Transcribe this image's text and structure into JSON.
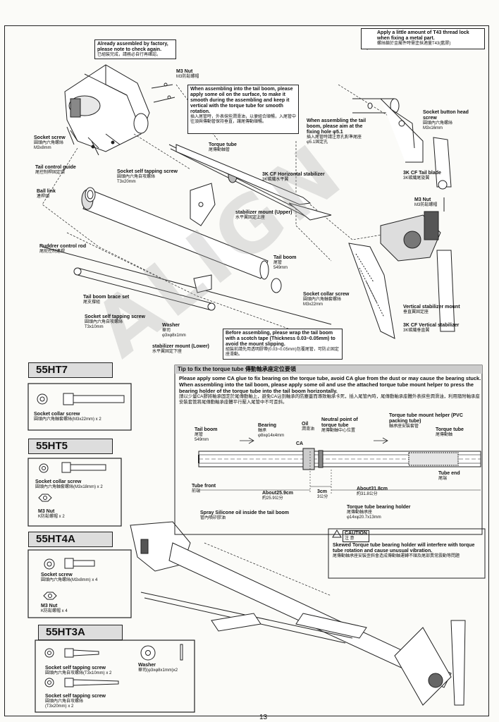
{
  "notes": {
    "assembled": {
      "en": "Already assembled by factory, please note to check again.",
      "cn": "已組裝完成，請務必自行再確認。"
    },
    "t43": {
      "en": "Apply a little amount of T43 thread lock when fixing a metal part.",
      "cn": "螺絲鎖於金屬件時需塗抹適量T43(藍膠)"
    },
    "torque_tube": {
      "en": "When assembling into the tail boom, please apply some oil on the surface, to make it smooth during the assembling and keep it vertical with the torque tube for smooth rotation.",
      "cn": "插入尾管時，外表抹些潤滑油，以便組合順暢，入尾管中往須與傳動管保持垂直，讓尾傳動順暢。"
    },
    "fixing_hole": {
      "en": "When assembling the tail boom, please aim at the fixing hole φ5.1",
      "cn": "插入尾管時請注意孔對準尾座φ5.1固定孔"
    },
    "scotch_tape": {
      "en": "Before assembling, please wrap the tail boom with a scotch tape (Thickness 0.03~0.05mm) to avoid the mount slipping.",
      "cn": "組裝前請先用透明膠帶(0.03~0.05mm)包覆尾管，可防止固定座滑動。"
    },
    "caution_label": "CAUTION",
    "caution_cn": "注 意",
    "caution": {
      "en": "Skewed Torque tube bearing holder will interfere with torque tube rotation and cause unusual vibration.",
      "cn": "尾傳動軸承座安裝歪斜會造成傳動軸運轉不順及尾部異常震動等問題"
    }
  },
  "labels": {
    "m3nut_top": {
      "en": "M3 Nut",
      "cn": "M3防鬆螺帽"
    },
    "socket_screw": {
      "en": "Socket screw",
      "cn": "圓頭內六角螺絲",
      "size": "M3x8mm"
    },
    "tail_control_guide": {
      "en": "Tail control guide",
      "cn": "尾控制桿固定環"
    },
    "ball_link": {
      "en": "Ball link",
      "cn": "連桿頭"
    },
    "self_tap_top": {
      "en": "Socket self tapping screw",
      "cn": "圓頭內六角自攻螺絲",
      "size": "T3x20mm"
    },
    "torque_tube": {
      "en": "Torque tube",
      "cn": "尾傳動軸管"
    },
    "h_stab": {
      "en": "3K CF Horizontal stabilizer",
      "cn": "3K碳纖水平翼"
    },
    "stab_upper": {
      "en": "stabilizer mount (Upper)",
      "cn": "水平翼固定上座"
    },
    "rudder_rod": {
      "en": "Ruddrer control rod",
      "cn": "尾舵控制連桿"
    },
    "tail_boom": {
      "en": "Tail boom",
      "cn": "尾管",
      "size": "549mm"
    },
    "brace_set": {
      "en": "Tail boom brace set",
      "cn": "尾支撐組"
    },
    "self_tap_low": {
      "en": "Socket self tapping screw",
      "cn": "圓頭內六角自攻螺絲",
      "size": "T3x10mm"
    },
    "washer": {
      "en": "Washer",
      "cn": "華司",
      "size": "φ3xφ8x1mm"
    },
    "stab_lower": {
      "en": "stabilizer mount (Lower)",
      "cn": "水平翼固定下座"
    },
    "collar_screw": {
      "en": "Socket collar screw",
      "cn": "圓頭內六角軸套螺絲",
      "size": "M3x22mm"
    },
    "socket_button": {
      "en": "Socket button head screw",
      "cn": "圓頭內六角螺絲",
      "size": "M3x16mm"
    },
    "tail_blade": {
      "en": "3K CF Tail blade",
      "cn": "3K碳纖尾旋翼"
    },
    "m3nut_right": {
      "en": "M3 Nut",
      "cn": "M3防鬆螺帽"
    },
    "v_mount": {
      "en": "Vertical stabilizer mount",
      "cn": "垂直翼固定座"
    },
    "v_stab": {
      "en": "3K CF Vertical stabilizer",
      "cn": "3K碳纖垂直翼"
    }
  },
  "kits": [
    {
      "code": "55HT7",
      "items": [
        {
          "en": "Socket collar screw",
          "cn": "圓頭內六角軸套螺絲(M3x22mm) x 2"
        }
      ]
    },
    {
      "code": "55HT5",
      "items": [
        {
          "en": "Socket collar screw",
          "cn": "圓頭內六角軸套螺絲(M3x18mm) x 2"
        },
        {
          "en": "M3 Nut",
          "cn": "K防鬆螺帽  x 2"
        }
      ]
    },
    {
      "code": "55HT4A",
      "items": [
        {
          "en": "Socket screw",
          "cn": "圓頭內六角螺絲(M3x8mm) x 4"
        },
        {
          "en": "M3 Nut",
          "cn": "K防鬆螺帽  x 4"
        }
      ]
    },
    {
      "code": "55HT3A",
      "items": [
        {
          "en": "Socket self tapping screw",
          "cn": "圓頭內六角自攻螺絲(T3x10mm) x 2"
        },
        {
          "en": "Washer",
          "cn": "華司(φ3xφ8x1mm)x2"
        },
        {
          "en": "Socket self tapping screw",
          "cn": "圓頭內六角自攻螺絲",
          "size": "(T3x20mm) x 2"
        }
      ]
    }
  ],
  "tip": {
    "title": "Tip to fix the torque tube 傳動軸承座定位要領",
    "en": "Please apply some CA glue to fix bearing on the torque tube, avoid CA glue from the dust or may cause the bearing stuck. When assembling into the tail boom, please apply some oil and use the attached torque tube mount helper to press the bearing holder of the torque tube into the tail boom horizontally.",
    "cn": "請以少量CA膠將軸承固定於尾傳動軸上，避免CA沾到軸承的防塵蓋而導致軸承卡死，插入尾管內時，尾傳動軸承座體外表抹些潤滑油，利用隨附軸承座安裝套管將尾傳動軸承座體平行壓入尾管中不可歪斜。"
  },
  "diagram": {
    "tail_boom": {
      "en": "Tail boom",
      "cn": "尾管",
      "size": "549mm"
    },
    "bearing": {
      "en": "Bearing",
      "cn": "軸承",
      "size": "φ8xφ14x4mm"
    },
    "ca": "CA",
    "oil": {
      "en": "Oil",
      "cn": "潤滑油"
    },
    "neutral": {
      "en": "Neutral point of torque tube",
      "cn": "尾傳動軸中心位置"
    },
    "helper": {
      "en": "Torque tube mount helper (PVC packing tube)",
      "cn": "軸承座安裝套管"
    },
    "torque": {
      "en": "Torque tube",
      "cn": "尾傳動軸"
    },
    "tube_front": {
      "en": "Tube front",
      "cn": "前端"
    },
    "tube_end": {
      "en": "Tube end",
      "cn": "尾端"
    },
    "d1": {
      "en": "About25.9cm",
      "cn": "約25.9公分"
    },
    "d2": {
      "en": "3cm",
      "cn": "3公分"
    },
    "d3": {
      "en": "About31.8cm",
      "cn": "約31.8公分"
    },
    "spray": {
      "en": "Spray Silicone oil inside the tail boom",
      "cn": "管內噴矽膠油"
    },
    "holder": {
      "en": "Torque tube bearing holder",
      "cn": "尾傳動軸承座",
      "size": "φ14xφ20.7x13mm"
    }
  },
  "watermark": "ALIGN",
  "page_number": "13"
}
